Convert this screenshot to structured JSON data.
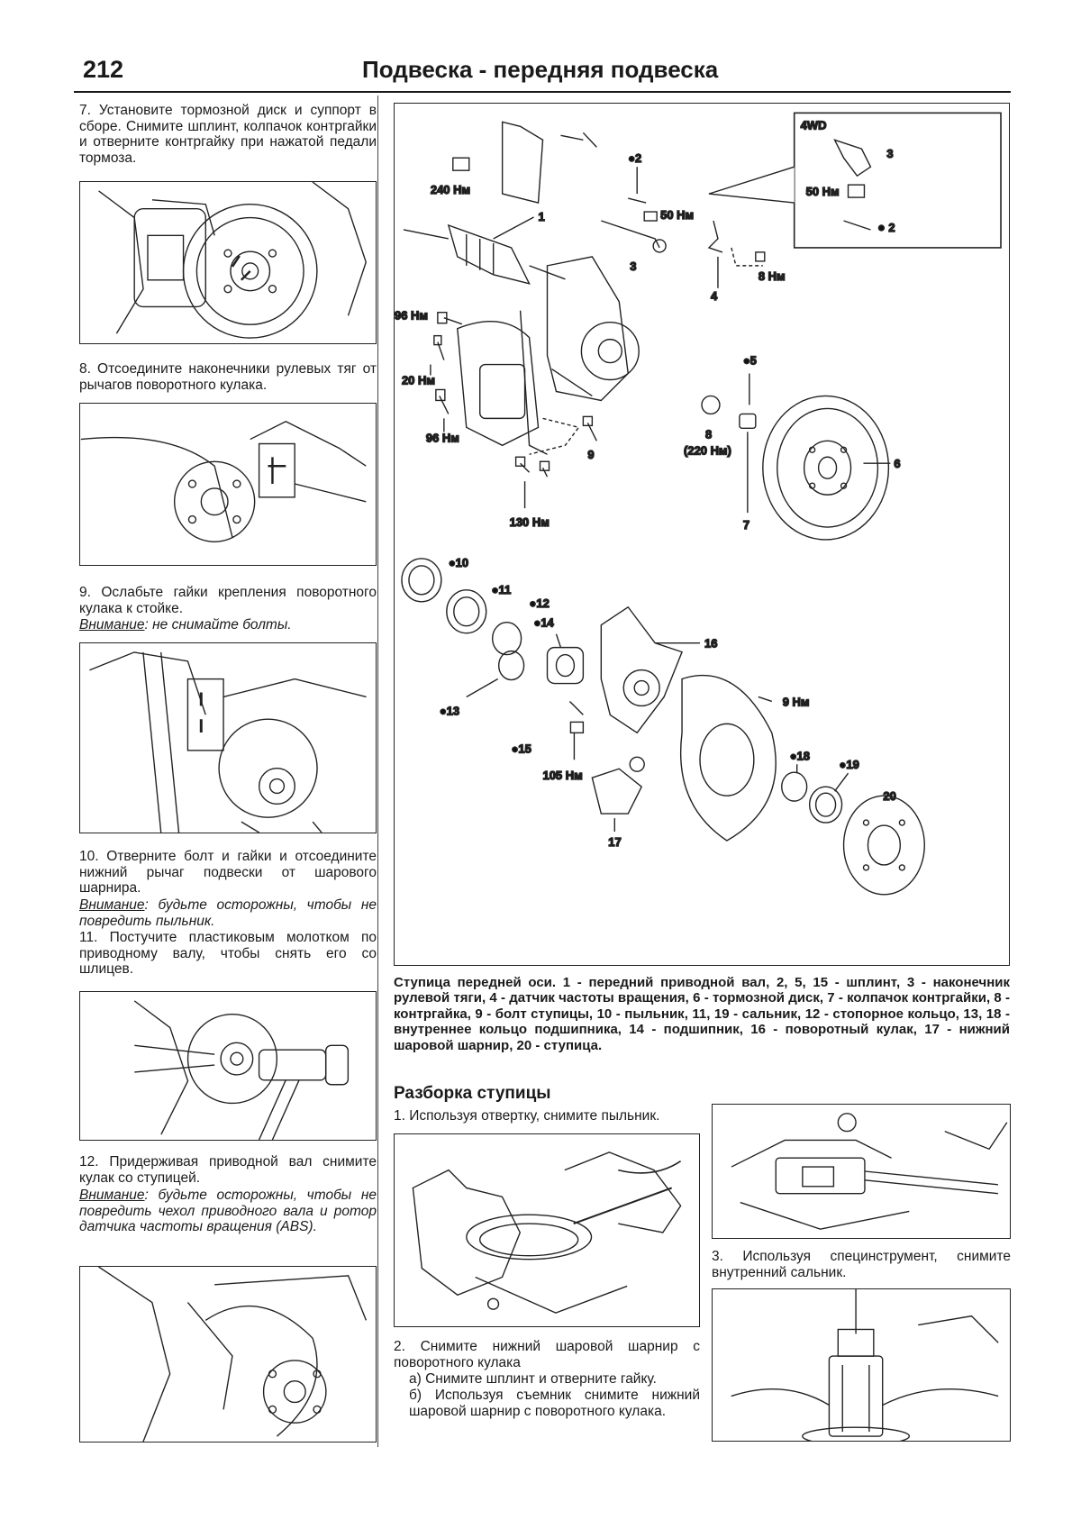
{
  "header": {
    "page_number": "212",
    "title": "Подвеска - передняя подвеска"
  },
  "left_column": {
    "step7": "7. Установите тормозной диск и суппорт в сборе. Снимите шплинт, колпачок контргайки и отверните контргайку при нажатой педали тормоза.",
    "step8": "8. Отсоедините наконечники рулевых тяг от рычагов поворотного кулака.",
    "step9": "9. Ослабьте гайки крепления поворотного кулака к стойке.",
    "step9_note_label": "Внимание",
    "step9_note_text": ": не снимайте болты.",
    "step10": "10. Отверните болт и гайки и отсоедините нижний рычаг подвески от шарового шарнира.",
    "step10_note_label": "Внимание",
    "step10_note_text": ": будьте осторожны, чтобы не повредить пыльник.",
    "step11": "11. Постучите пластиковым молотком по приводному валу, чтобы снять его со шлицев.",
    "step12": "12. Придерживая приводной вал снимите кулак со ступицей.",
    "step12_note_label": "Внимание",
    "step12_note_text": ": будьте осторожны, чтобы не повредить чехол приводного вала и ротор датчика частоты вращения (ABS)."
  },
  "diagram": {
    "inset_label": "4WD",
    "labels": {
      "l240": "240 Нм",
      "l1": "1",
      "l2a": "●2",
      "l50a": "50 Нм",
      "l3a": "3",
      "l4": "4",
      "l8nm": "8 Нм",
      "l3b": "3",
      "l50b": "50 Нм",
      "l2b": "2",
      "l96a": "96 Нм",
      "l20": "20 Нм",
      "l96b": "96 Нм",
      "l9": "9",
      "l130": "130 Нм",
      "l5": "●5",
      "l8": "8",
      "l220": "(220 Нм)",
      "l6": "6",
      "l7": "7",
      "l10": "●10",
      "l11": "●11",
      "l12": "●12",
      "l14": "●14",
      "l13": "●13",
      "l16": "16",
      "l9nm": "9 Нм",
      "l15": "●15",
      "l105": "105 Нм",
      "l17": "17",
      "l18": "●18",
      "l19": "●19",
      "l20num": "20"
    },
    "caption": "Ступица передней оси. 1 - передний приводной вал, 2, 5, 15 - шплинт, 3 - наконечник рулевой тяги, 4 - датчик частоты вращения, 6 - тормозной диск, 7 - колпачок контргайки, 8 - контргайка, 9 - болт ступицы, 10 - пыльник, 11, 19 - сальник, 12 - стопорное кольцо, 13, 18 - внутреннее кольцо подшипника, 14 - подшипник, 16 - поворотный кулак, 17 - нижний шаровой шарнир, 20 - ступица."
  },
  "hub_section": {
    "heading": "Разборка ступицы",
    "step1": "1. Используя отвертку, снимите пыльник.",
    "step2": "2. Снимите нижний шаровой шарнир с поворотного кулака",
    "step2a": "а) Снимите шплинт и отверните гайку.",
    "step2b": "б) Используя съемник снимите нижний шаровой шарнир с поворотного кулака.",
    "step3": "3. Используя специнструмент, снимите внутренний сальник."
  }
}
